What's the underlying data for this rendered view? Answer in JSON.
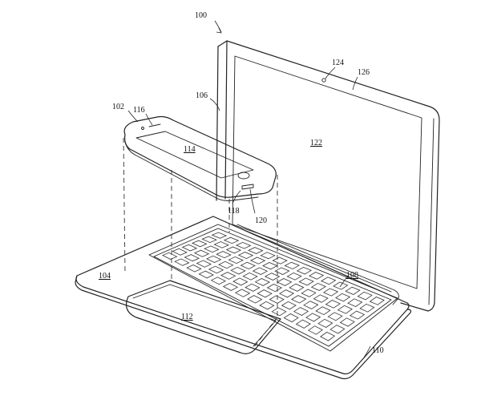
{
  "figure": {
    "ref_numerals": [
      {
        "id": "device-assembly",
        "text": "100",
        "underline": false
      },
      {
        "id": "phone",
        "text": "102",
        "underline": false
      },
      {
        "id": "base-housing",
        "text": "104",
        "underline": true
      },
      {
        "id": "display-housing",
        "text": "106",
        "underline": false
      },
      {
        "id": "keyboard",
        "text": "108",
        "underline": true
      },
      {
        "id": "base-edge",
        "text": "110",
        "underline": false
      },
      {
        "id": "phone-cavity",
        "text": "112",
        "underline": true
      },
      {
        "id": "phone-screen",
        "text": "114",
        "underline": true
      },
      {
        "id": "phone-speaker",
        "text": "116",
        "underline": false
      },
      {
        "id": "phone-home-button",
        "text": "118",
        "underline": false
      },
      {
        "id": "phone-connector",
        "text": "120",
        "underline": false
      },
      {
        "id": "laptop-display",
        "text": "122",
        "underline": true
      },
      {
        "id": "camera",
        "text": "124",
        "underline": false
      },
      {
        "id": "bezel",
        "text": "126",
        "underline": false
      }
    ]
  }
}
